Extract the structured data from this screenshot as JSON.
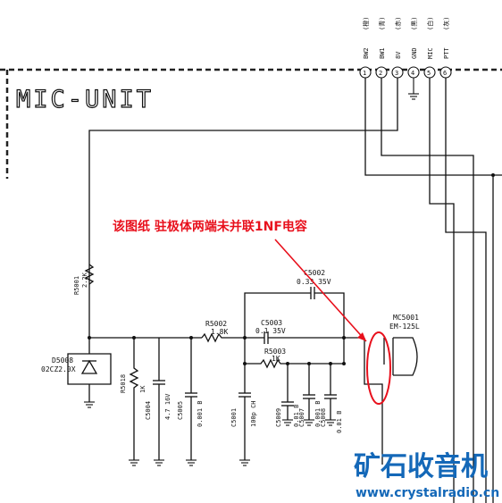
{
  "title": "MIC-UNIT",
  "annotation": "该图纸 驻极体两端未并联1NF电容",
  "watermark": {
    "brand": "矿石收音机",
    "url": "www.crystalradio.cn"
  },
  "connector_pins": [
    {
      "num": "1",
      "name": "BW2",
      "color_label": "(橙)"
    },
    {
      "num": "2",
      "name": "BW1",
      "color_label": "(青)"
    },
    {
      "num": "3",
      "name": "8V",
      "color_label": "(赤)"
    },
    {
      "num": "4",
      "name": "GND",
      "color_label": "(黒)"
    },
    {
      "num": "5",
      "name": "MIC",
      "color_label": "(白)"
    },
    {
      "num": "6",
      "name": "PTT",
      "color_label": "(灰)"
    }
  ],
  "components": {
    "r5001": {
      "ref": "R5001",
      "value": "2.2K"
    },
    "r5002": {
      "ref": "R5002",
      "value": "1.8K"
    },
    "r5003": {
      "ref": "R5003",
      "value": "1K"
    },
    "r5018": {
      "ref": "R5018",
      "value": "1K"
    },
    "c5002": {
      "ref": "C5002",
      "value": "0.33 35V"
    },
    "c5003": {
      "ref": "C5003",
      "value": "0.1 35V"
    },
    "c5004": {
      "ref": "C5004",
      "value": "4.7 16V"
    },
    "c5005": {
      "ref": "C5005",
      "value": "0.001 B"
    },
    "c5001": {
      "ref": "C5001",
      "value": "100p CH"
    },
    "c5009": {
      "ref": "C5009",
      "value": "0.01 B"
    },
    "c5007": {
      "ref": "C5007",
      "value": "0.001 B"
    },
    "c5008": {
      "ref": "C5008",
      "value": "0.01 B"
    },
    "d5008": {
      "ref": "D5008",
      "value": "02CZ2.0X"
    },
    "mic": {
      "ref": "MC5001",
      "value": "EM-125L"
    }
  },
  "colors": {
    "annotation": "#e8101c",
    "watermark": "#1468b8",
    "line": "#111111"
  }
}
